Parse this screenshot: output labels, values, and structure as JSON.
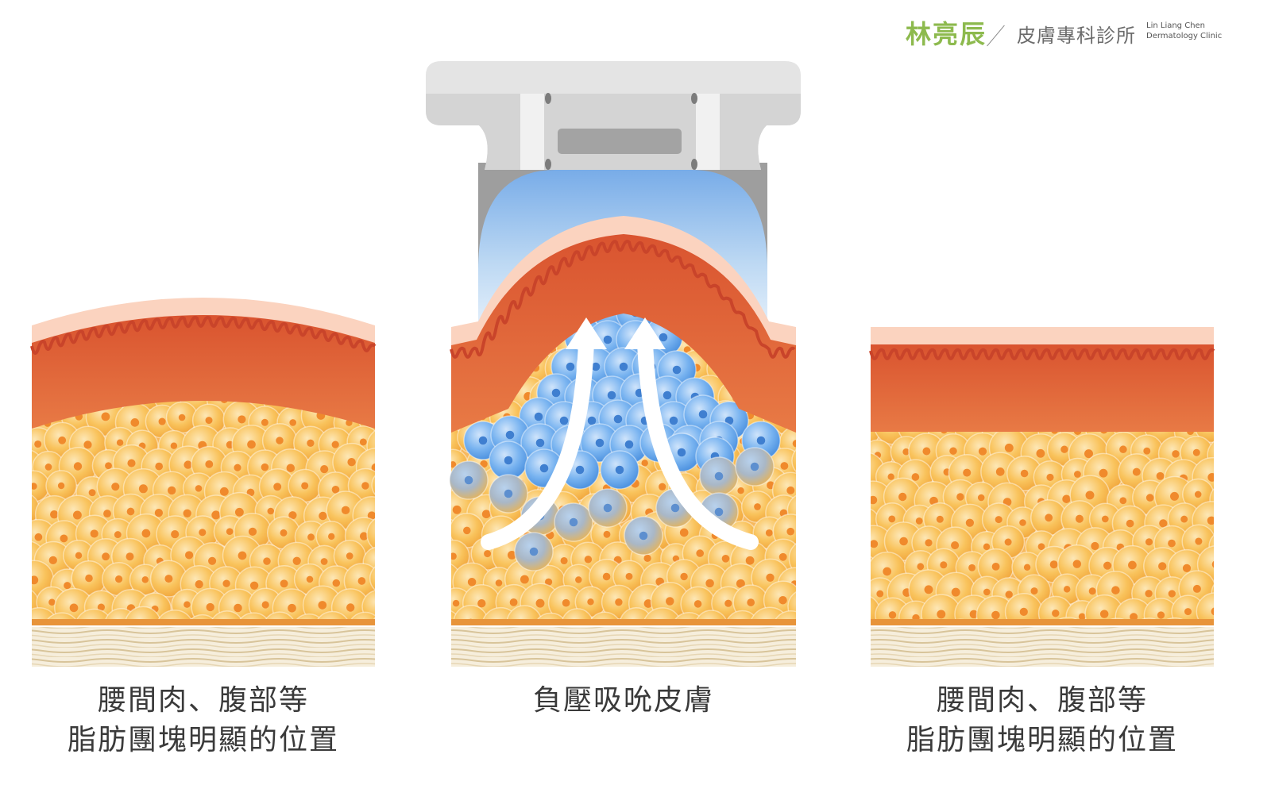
{
  "brand": {
    "name": "林亮辰",
    "clinic": "皮膚專科診所",
    "english_line1": "Lin Liang Chen",
    "english_line2": "Dermatology Clinic",
    "color": "#8dba4e"
  },
  "panels": [
    {
      "caption_line1": "腰間肉、腹部等",
      "caption_line2": "脂肪團塊明顯的位置"
    },
    {
      "caption_line1": "負壓吸吮皮膚",
      "caption_line2": ""
    },
    {
      "caption_line1": "腰間肉、腹部等",
      "caption_line2": "脂肪團塊明顯的位置"
    }
  ],
  "colors": {
    "epidermis": "#fcd6c2",
    "dermis": "#e2623b",
    "fat_cell": "#f9c35c",
    "fat_nucleus": "#f4902e",
    "cooled_cell": "#6aa9ef",
    "device": "#e4e4e4",
    "arrow": "#ffffff"
  }
}
